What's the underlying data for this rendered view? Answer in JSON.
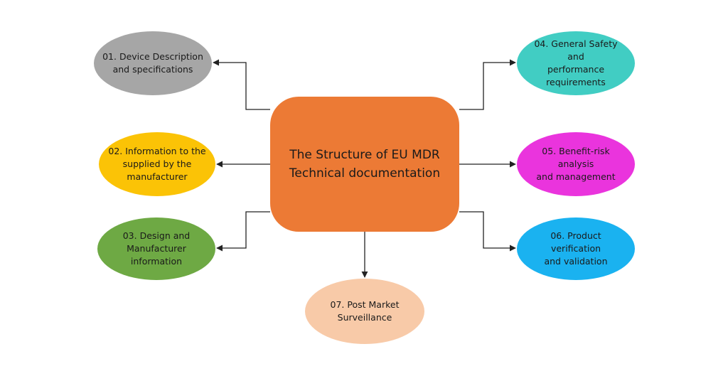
{
  "diagram": {
    "center": {
      "title_line1": "The Structure of EU MDR",
      "title_line2": "Technical documentation",
      "color": "#ec7a35"
    },
    "nodes": [
      {
        "line1": "01. Device Description",
        "line2": "and specifications",
        "line3": "",
        "color": "#a6a6a6"
      },
      {
        "line1": "02. Information to the",
        "line2": "supplied by the",
        "line3": "manufacturer",
        "color": "#fbc306"
      },
      {
        "line1": "03. Design and",
        "line2": "Manufacturer",
        "line3": "information",
        "color": "#6ea944"
      },
      {
        "line1": "04. General Safety and",
        "line2": "performance",
        "line3": "requirements",
        "color": "#41cdc3"
      },
      {
        "line1": "05. Benefit-risk analysis",
        "line2": "and management",
        "line3": "",
        "color": "#ea34dd"
      },
      {
        "line1": "06. Product verification",
        "line2": "and validation",
        "line3": "",
        "color": "#1ab2f0"
      },
      {
        "line1": "07. Post Market",
        "line2": "Surveillance",
        "line3": "",
        "color": "#f8caa8"
      }
    ]
  }
}
